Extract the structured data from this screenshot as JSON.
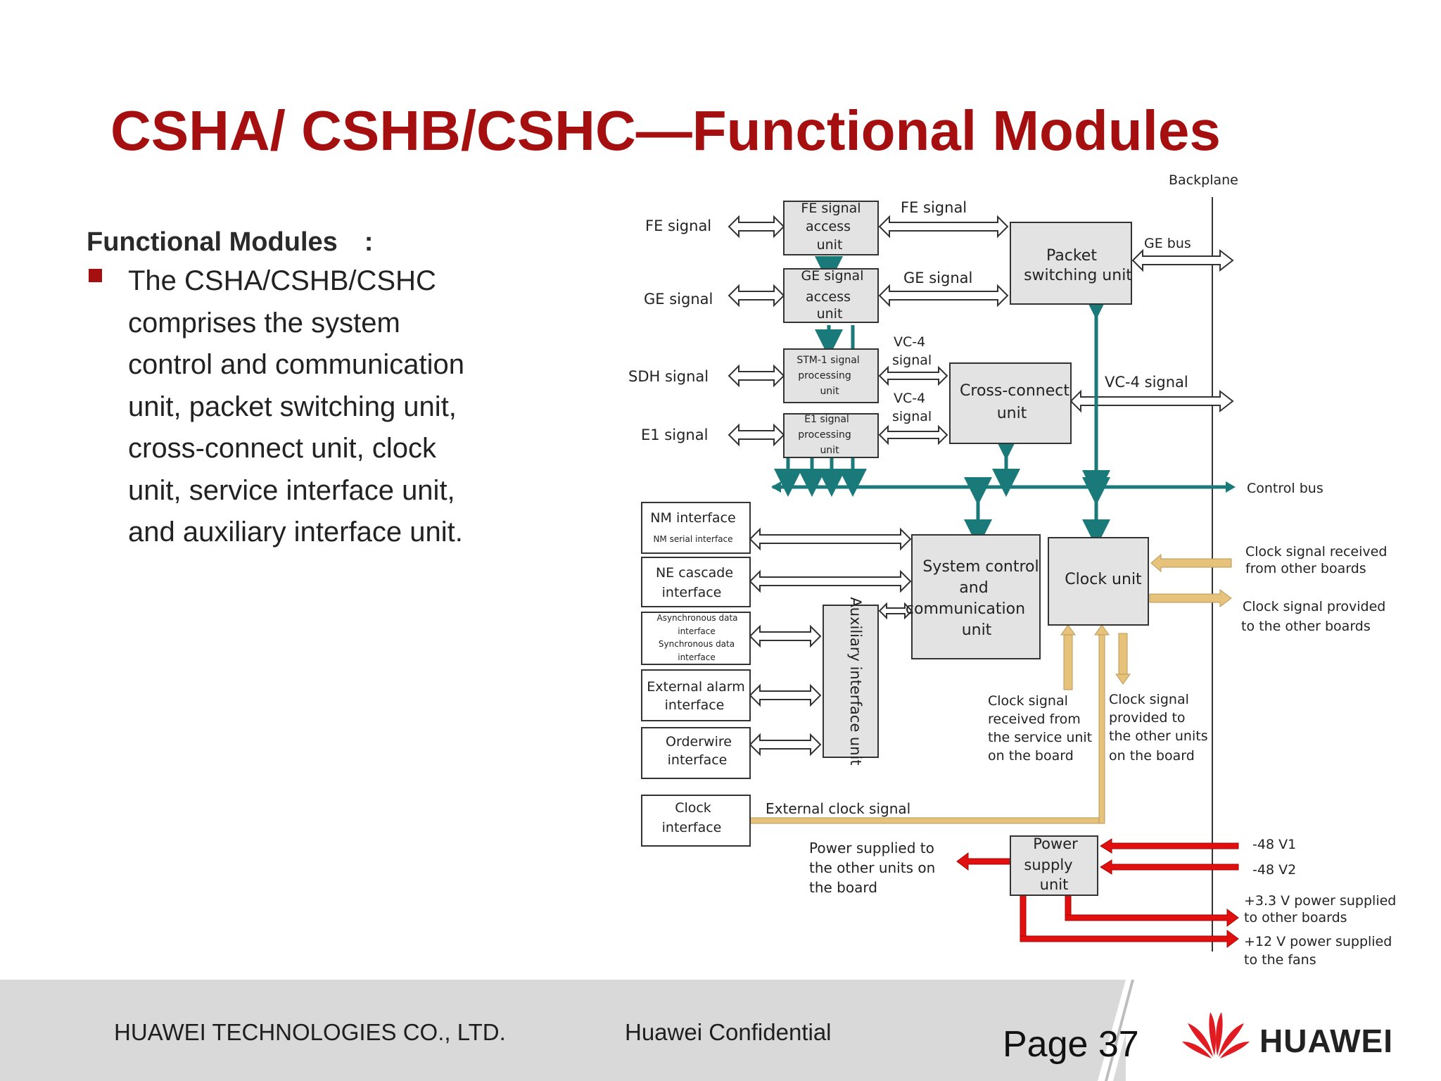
{
  "slide": {
    "title": "CSHA/ CSHB/CSHC—Functional Modules",
    "subheading": "Functional Modules　:",
    "body": "The CSHA/CSHB/CSHC comprises the system control and communication unit, packet switching unit, cross-connect unit, clock unit, service interface unit, and auxiliary interface unit."
  },
  "diagram": {
    "backplane_label": "Backplane",
    "signals": {
      "fe_left": "FE  signal",
      "ge_left": "GE  signal",
      "sdh_left": "SDH  signal",
      "e1_left": "E1  signal",
      "fe_mid": "FE  signal",
      "ge_mid": "GE  signal",
      "vc4_a_1": "VC-4",
      "vc4_a_2": "signal",
      "vc4_b_1": "VC-4",
      "vc4_b_2": "signal",
      "ge_bus": "GE bus",
      "vc4_right": "VC-4  signal",
      "control_bus": "Control bus",
      "external_clock": "External clock signal"
    },
    "units": {
      "fe_access": [
        "FE  signal",
        "access",
        "unit"
      ],
      "ge_access": [
        "GE  signal",
        "access",
        "unit"
      ],
      "stm1": [
        "STM-1 signal",
        "processing",
        "unit"
      ],
      "e1": [
        "E1 signal",
        "processing",
        "unit"
      ],
      "packet_switch": [
        "Packet",
        "switching unit"
      ],
      "cross_connect": [
        "Cross-connect",
        "unit"
      ],
      "system_control": [
        "System control",
        "and",
        "communication",
        "unit"
      ],
      "clock_unit": [
        "Clock unit"
      ],
      "auxiliary": "Auxiliary interface unit",
      "power": [
        "Power",
        "supply",
        "unit"
      ]
    },
    "interfaces": {
      "nm": [
        "NM interface",
        "NM serial interface"
      ],
      "ne": [
        "NE cascade",
        "interface"
      ],
      "async": [
        "Asynchronous data",
        "interface",
        "Synchronous data",
        "interface"
      ],
      "alarm": [
        "External alarm",
        "interface"
      ],
      "orderwire": [
        "Orderwire",
        "interface"
      ],
      "clock_if": [
        "Clock",
        "interface"
      ]
    },
    "notes": {
      "clock_received_boards": [
        "Clock signal received",
        "from other boards"
      ],
      "clock_provided_boards": [
        "Clock signal provided",
        "to the other boards"
      ],
      "clock_received_service": [
        "Clock signal",
        "received from",
        "the service unit",
        "on the board"
      ],
      "clock_provided_units": [
        "Clock signal",
        "provided to",
        "the other units",
        "on the board"
      ],
      "power_supplied": [
        "Power supplied  to",
        "the other units on",
        "the board"
      ],
      "v1": "-48 V1",
      "v2": "-48 V2",
      "v33": [
        "+3.3 V power supplied",
        "to other boards"
      ],
      "v12": [
        "+12 V power supplied",
        "to the fans"
      ]
    }
  },
  "footer": {
    "company": "HUAWEI TECHNOLOGIES CO., LTD.",
    "confidential": "Huawei Confidential",
    "page": "Page 37",
    "brand": "HUAWEI"
  },
  "colors": {
    "title": "#a50f0f",
    "bus": "#1a7a7a",
    "clock": "#e6c27a",
    "power": "#e01010",
    "box_fill": "#e3e3e3"
  }
}
